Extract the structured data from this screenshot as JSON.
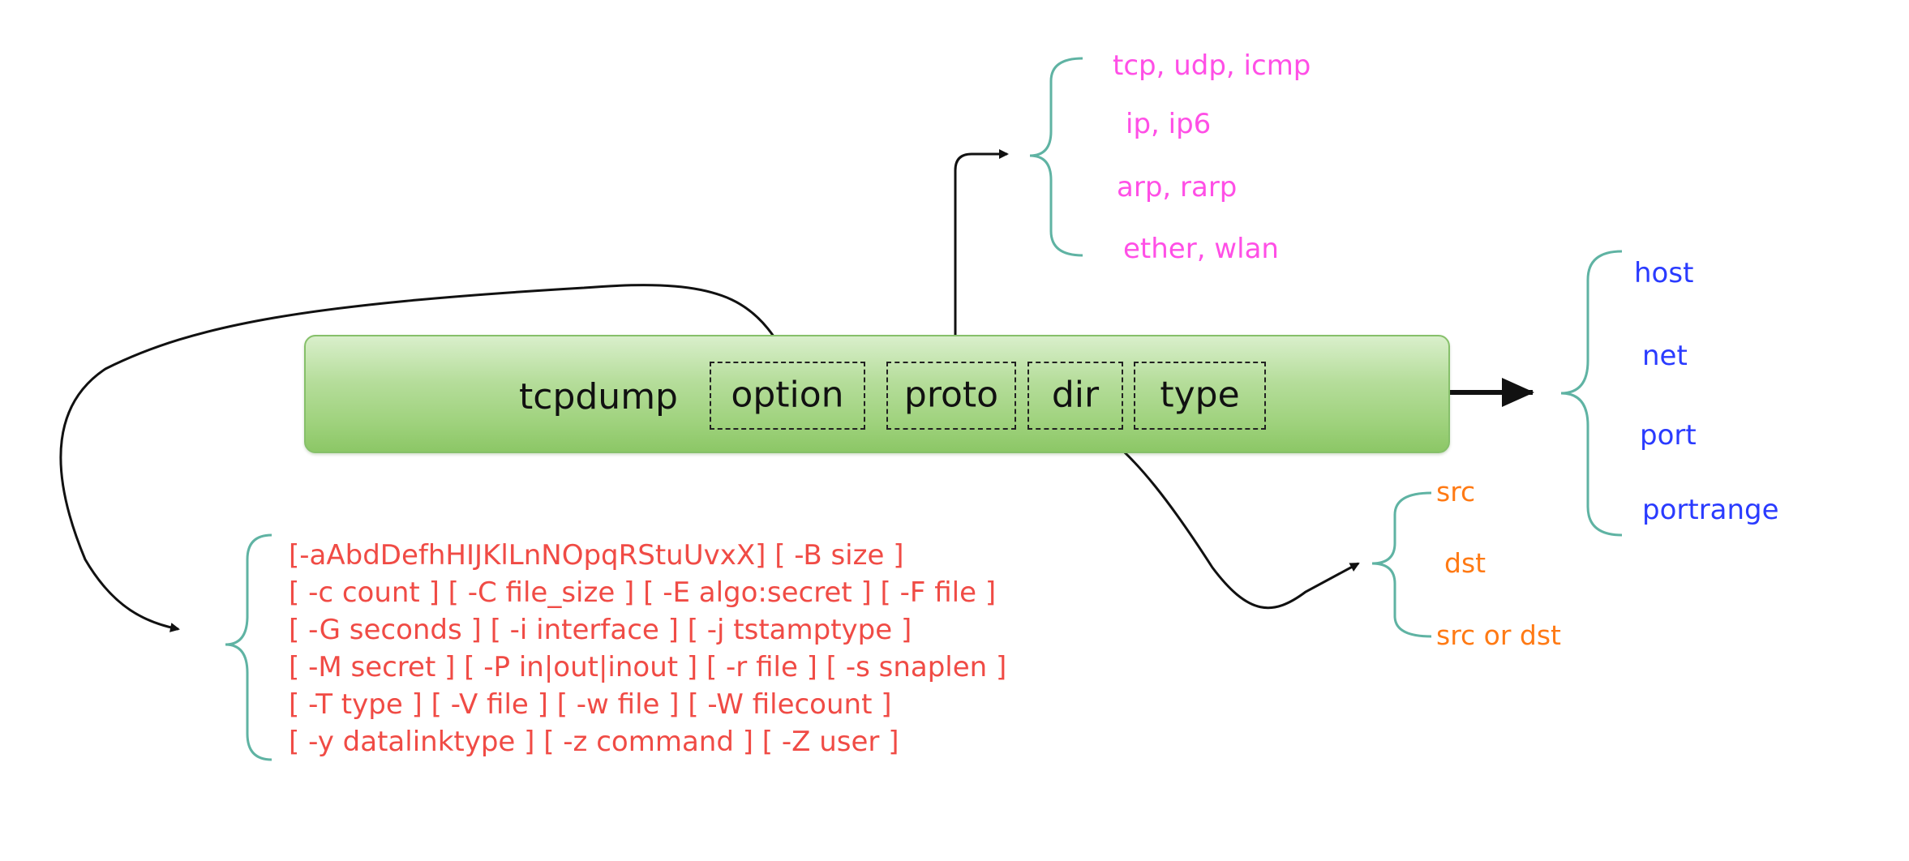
{
  "main": {
    "command": "tcpdump",
    "slots": [
      "option",
      "proto",
      "dir",
      "type"
    ]
  },
  "proto_values": [
    "tcp, udp, icmp",
    "ip, ip6",
    "arp, rarp",
    "ether, wlan"
  ],
  "type_values": [
    "host",
    "net",
    "port",
    "portrange"
  ],
  "dir_values": [
    "src",
    "dst",
    "src or dst"
  ],
  "option_lines": [
    "[-aAbdDefhHIJKlLnNOpqRStuUvxX] [ -B size ]",
    "[ -c count ] [ -C file_size ] [ -E algo:secret ] [ -F file ]",
    "[ -G seconds ] [ -i interface ] [ -j tstamptype ]",
    "[ -M secret ] [ -P in|out|inout ] [ -r file ] [ -s snaplen ]",
    "[ -T type ] [ -V file ] [ -w file ] [ -W filecount ]",
    "[ -y datalinktype ] [ -z command ] [ -Z user ]"
  ],
  "colors": {
    "proto": "#ff4fe6",
    "type": "#2a3bff",
    "dir": "#ff7a14",
    "option": "#f04b45",
    "brace": "#5fb3a3",
    "bar": "#a8d88a"
  }
}
